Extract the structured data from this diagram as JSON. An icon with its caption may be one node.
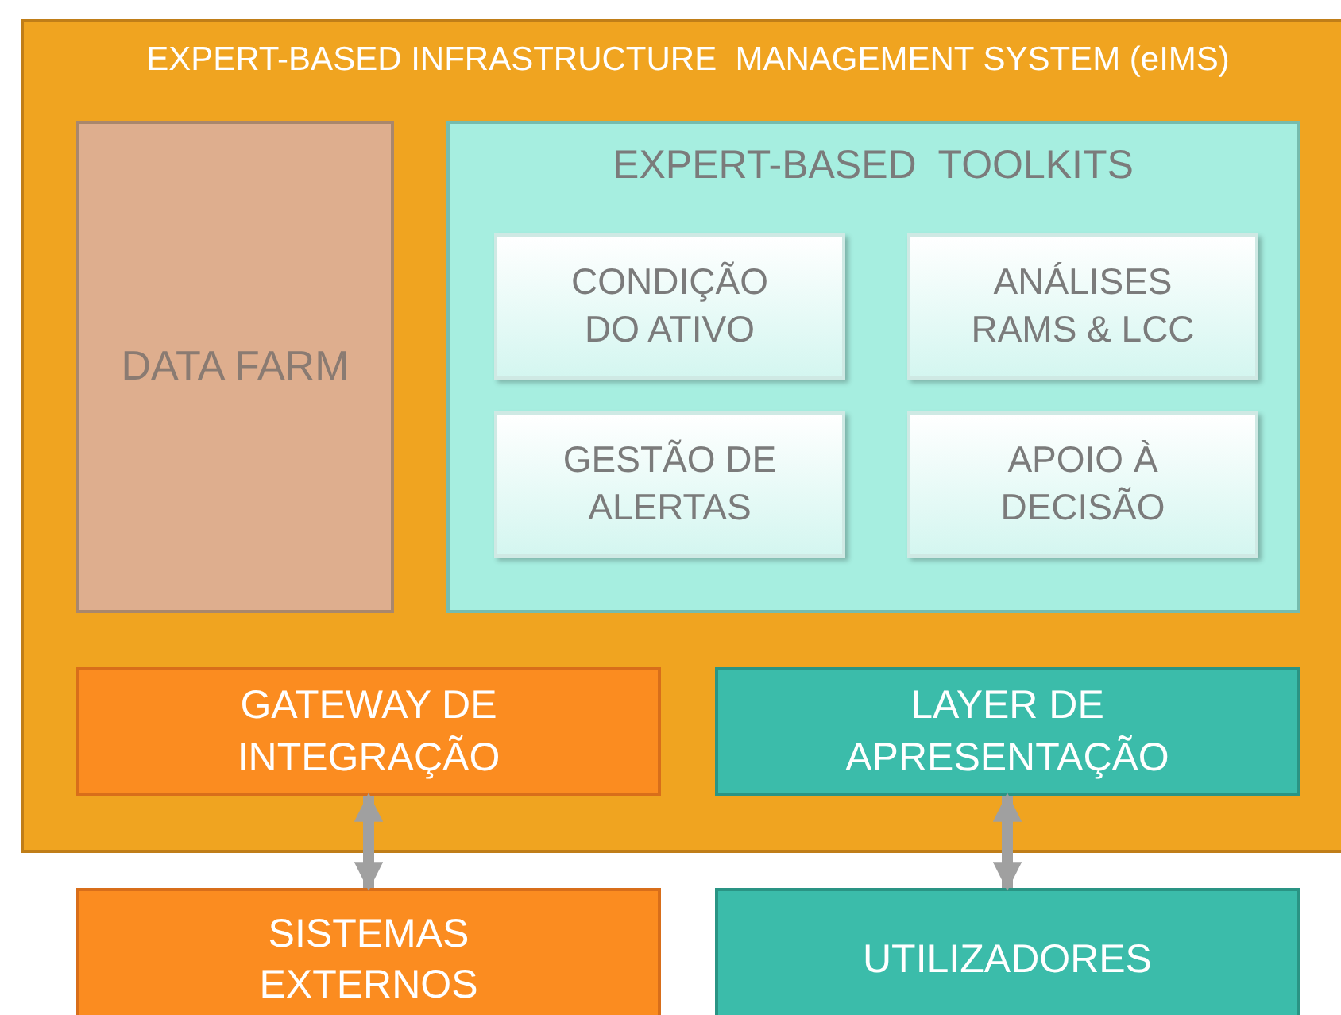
{
  "diagram": {
    "nodes": [
      {
        "text": [
          "EXPERT-BASED INFRASTRUCTURE  MANAGEMENT SYSTEM (eIMS)"
        ]
      },
      {
        "text": [
          "DATA FARM"
        ],
        "in": 0
      },
      {
        "text": [
          "EXPERT-BASED  TOOLKITS"
        ],
        "in": 0
      },
      {
        "text": [
          "CONDIÇÃO DO ATIVO"
        ],
        "in": 2
      },
      {
        "text": [
          "ANÁLISES RAMS & LCC"
        ],
        "in": 2
      },
      {
        "text": [
          "GESTÃO DE ALERTAS"
        ],
        "in": 2
      },
      {
        "text": [
          "APOIO À DECISÃO"
        ],
        "in": 2
      },
      {
        "text": [
          "GATEWAY DE INTEGRAÇÃO"
        ],
        "in": 0
      },
      {
        "text": [
          "LAYER DE APRESENTAÇÃO"
        ],
        "in": 0
      },
      {
        "text": [
          "SISTEMAS  EXTERNOS"
        ]
      },
      {
        "text": [
          "UTILIZADORES"
        ]
      }
    ],
    "edges": [
      {
        "from": 7,
        "to": 9,
        "arrow": "both"
      },
      {
        "from": 8,
        "to": 10,
        "arrow": "both"
      }
    ]
  }
}
